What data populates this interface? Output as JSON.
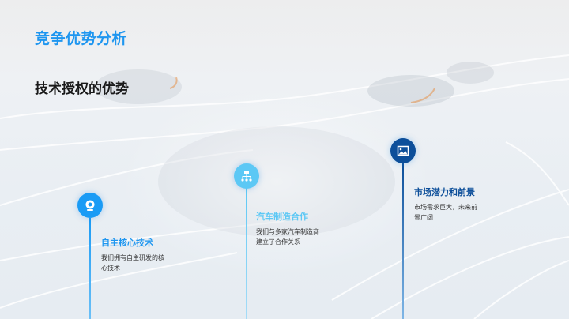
{
  "header": {
    "title": "竞争优势分析",
    "subtitle": "技术授权的优势"
  },
  "colors": {
    "title": "#1e96f0",
    "node1": "#1a9bf5",
    "node2": "#5cc8f5",
    "node3": "#0d4f9a"
  },
  "timeline": [
    {
      "icon": "webcam-icon",
      "title": "自主核心技术",
      "desc_line1": "我们拥有自主研发的核",
      "desc_line2": "心技术"
    },
    {
      "icon": "org-chart-icon",
      "title": "汽车制造合作",
      "desc_line1": "我们与多家汽车制造商",
      "desc_line2": "建立了合作关系"
    },
    {
      "icon": "image-icon",
      "title": "市场潜力和前景",
      "desc_line1": "市场需求巨大，未来前",
      "desc_line2": "景广阔"
    }
  ]
}
